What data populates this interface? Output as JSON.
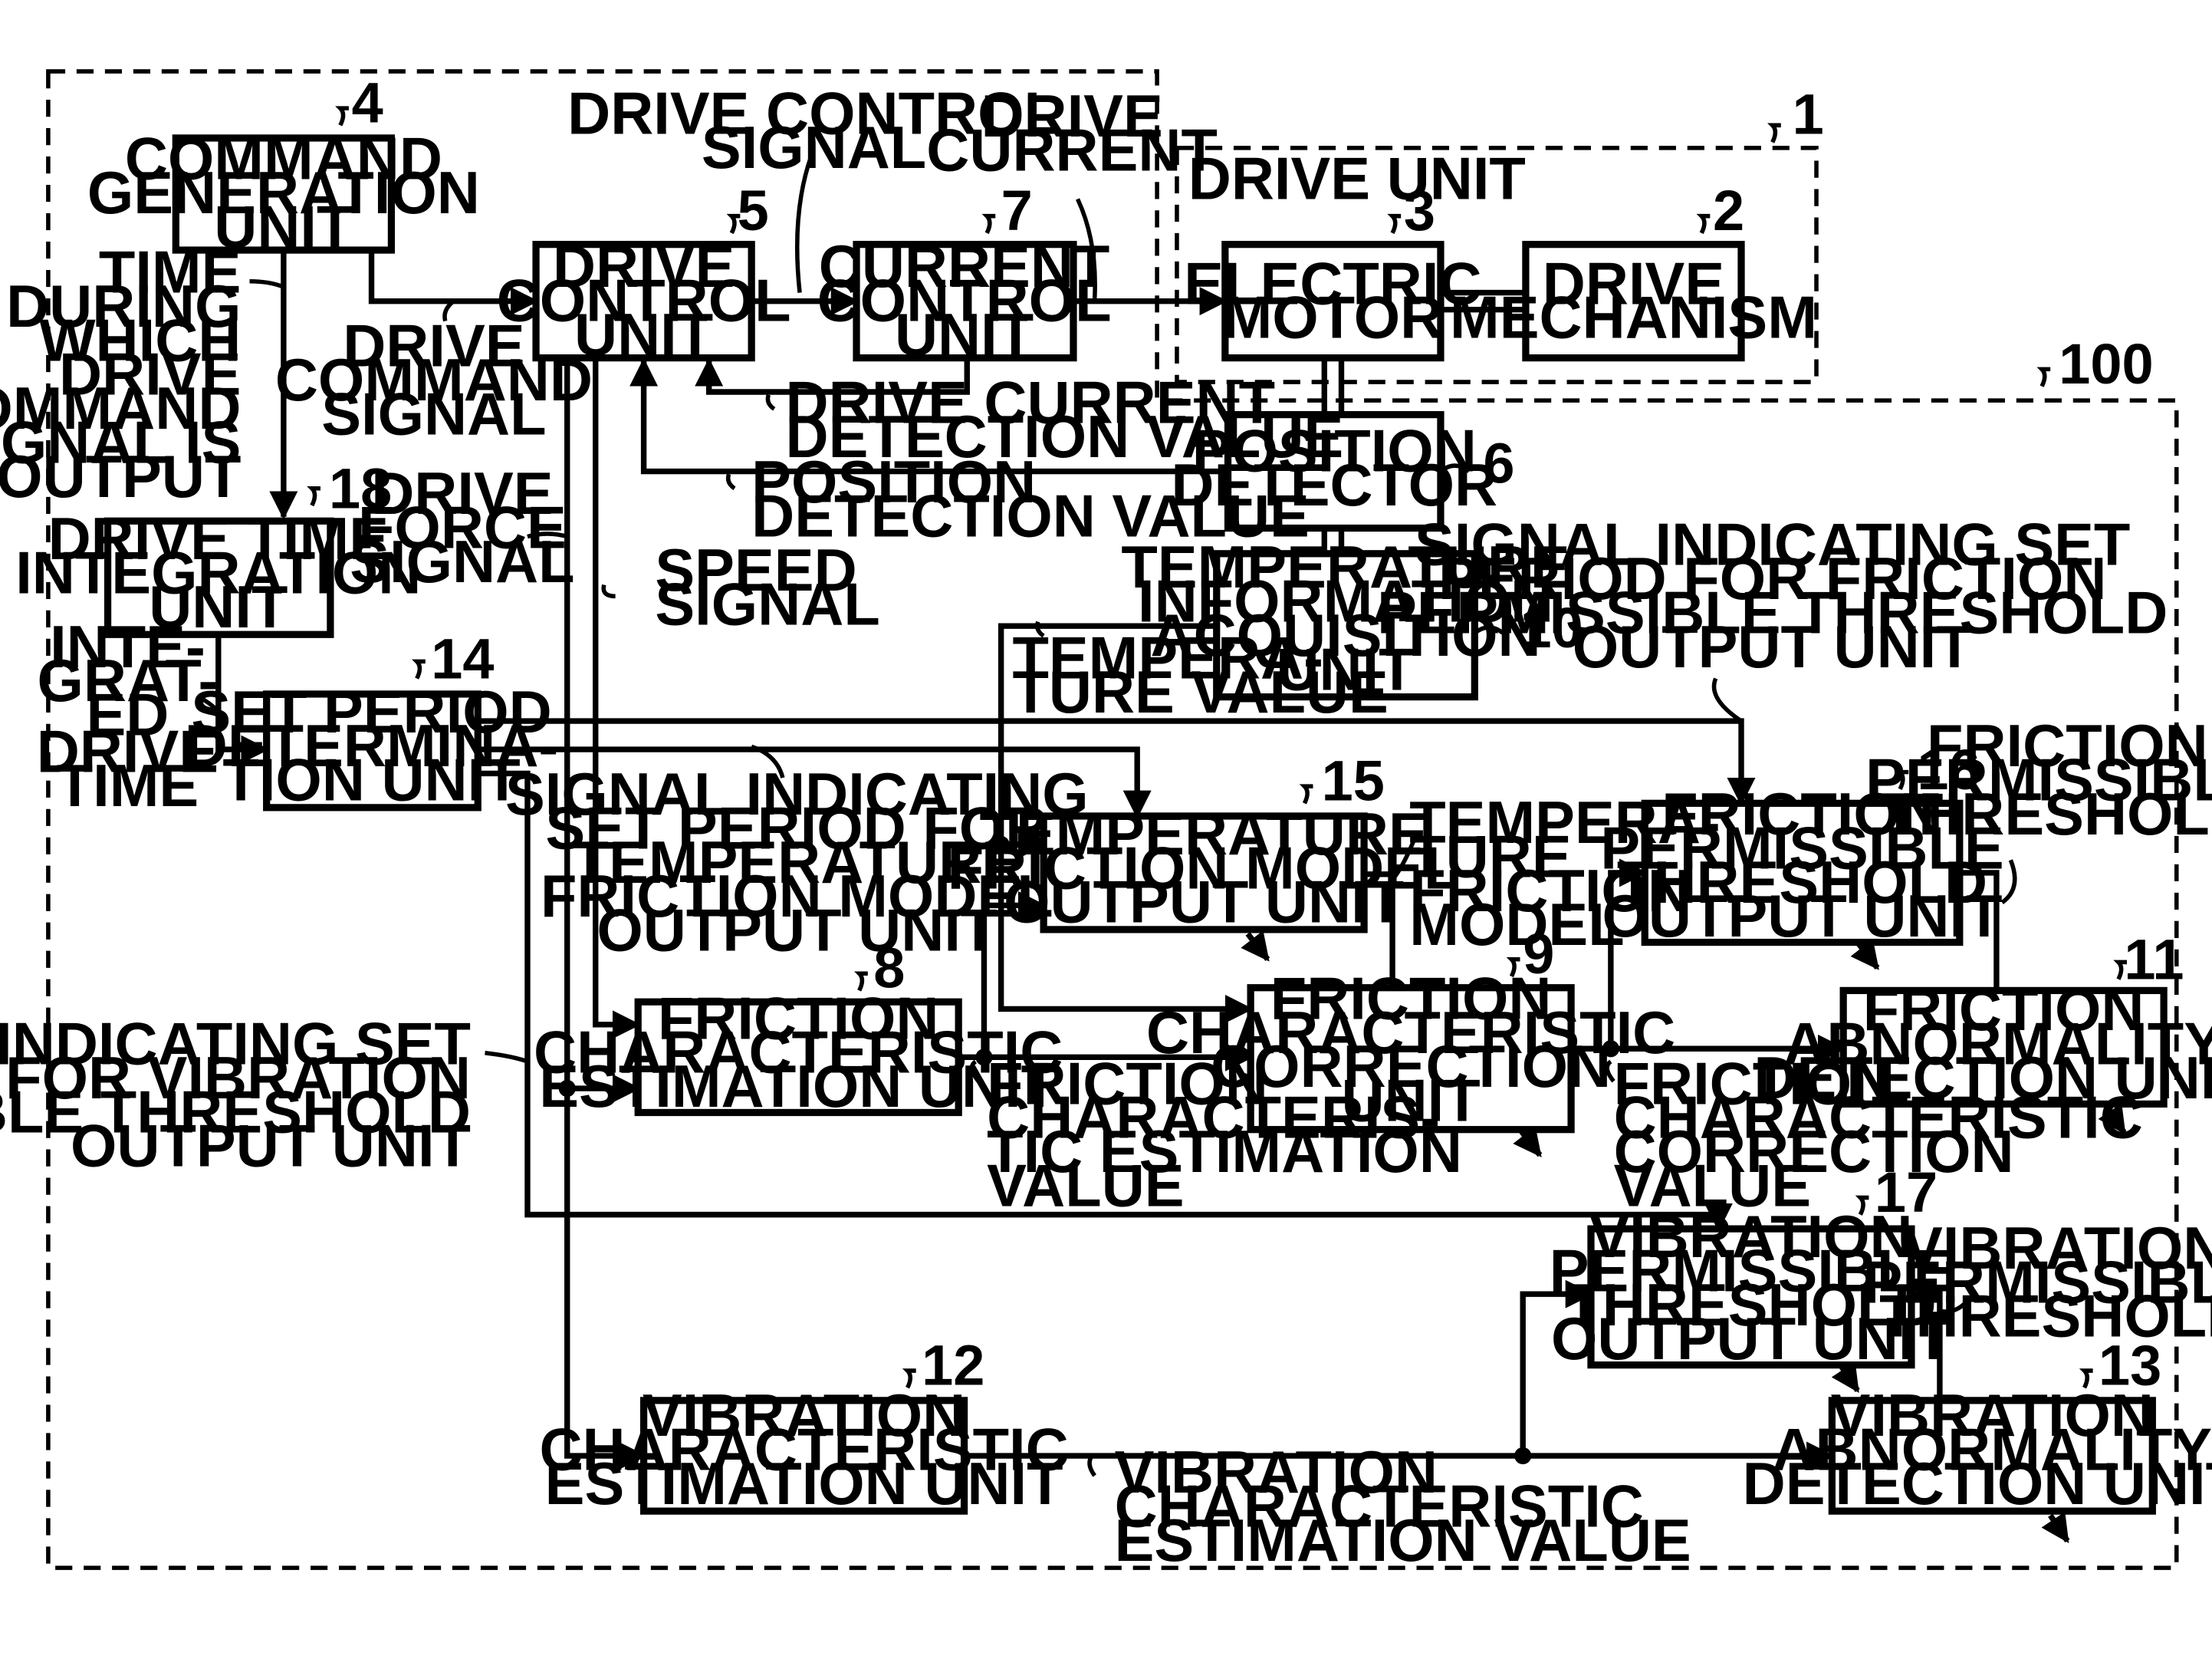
{
  "units": {
    "command_generation": {
      "lines": [
        "COMMAND",
        "GENERATION",
        "UNIT"
      ],
      "ref": "4"
    },
    "drive_control": {
      "lines": [
        "DRIVE",
        "CONTROL",
        "UNIT"
      ],
      "ref": "5"
    },
    "current_control": {
      "lines": [
        "CURRENT",
        "CONTROL",
        "UNIT"
      ],
      "ref": "7"
    },
    "electric_motor": {
      "lines": [
        "ELECTRIC",
        "MOTOR"
      ],
      "ref": "3"
    },
    "drive_mechanism": {
      "lines": [
        "DRIVE",
        "MECHANISM"
      ],
      "ref": "2"
    },
    "position_detector": {
      "lines": [
        "POSITION",
        "DETECTOR"
      ],
      "ref": "6"
    },
    "temperature_info": {
      "lines": [
        "TEMPERATURE",
        "INFORMATION",
        "ACQUISITION",
        "UNIT"
      ],
      "ref": "10"
    },
    "drive_time_integration": {
      "lines": [
        "DRIVE TIME",
        "INTEGRATION",
        "UNIT"
      ],
      "ref": "18"
    },
    "set_period": {
      "lines": [
        "SET PERIOD",
        "DETERMINA-",
        "TION UNIT"
      ],
      "ref": "14"
    },
    "temp_friction_model": {
      "lines": [
        "TEMPERATURE",
        "FRICTION MODEL",
        "OUTPUT UNIT"
      ],
      "ref": "15"
    },
    "friction_estimation": {
      "lines": [
        "FRICTION",
        "CHARACTERISTIC",
        "ESTIMATION UNIT"
      ],
      "ref": "8"
    },
    "friction_correction": {
      "lines": [
        "FRICTION",
        "CHARACTERISTIC",
        "CORRECTION",
        "UNIT"
      ],
      "ref": "9"
    },
    "friction_threshold": {
      "lines": [
        "FRICTION",
        "PERMISSIBLE",
        "THRESHOLD",
        "OUTPUT UNIT"
      ],
      "ref": "16"
    },
    "friction_abnormality": {
      "lines": [
        "FRICTION",
        "ABNORMALITY",
        "DETECTION UNIT"
      ],
      "ref": "11"
    },
    "vibration_threshold": {
      "lines": [
        "VIBRATION",
        "PERMISSIBLE",
        "THRESHOLD",
        "OUTPUT UNIT"
      ],
      "ref": "17"
    },
    "vibration_estimation": {
      "lines": [
        "VIBRATION",
        "CHARACTERISTIC",
        "ESTIMATION UNIT"
      ],
      "ref": "12"
    },
    "vibration_abnormality": {
      "lines": [
        "VIBRATION",
        "ABNORMALITY",
        "DETECTION UNIT"
      ],
      "ref": "13"
    }
  },
  "groups": {
    "drive_unit": {
      "label": "DRIVE UNIT",
      "ref": "1"
    },
    "system": {
      "ref": "100"
    }
  },
  "signals": {
    "drive_control_signal": [
      "DRIVE CONTROL",
      "SIGNAL"
    ],
    "drive_current": [
      "DRIVE",
      "CURRENT"
    ],
    "drive_command_signal": [
      "DRIVE",
      "COMMAND",
      "SIGNAL"
    ],
    "time_during_output": [
      "TIME",
      "DURING",
      "WHICH",
      "DRIVE",
      "COMMAND",
      "SIGNAL IS",
      "OUTPUT"
    ],
    "drive_current_detection": [
      "DRIVE CURRENT",
      "DETECTION VALUE"
    ],
    "position_detection": [
      "POSITION",
      "DETECTION VALUE"
    ],
    "drive_force_signal": [
      "DRIVE",
      "FORCE",
      "SIGNAL"
    ],
    "speed_signal": [
      "SPEED",
      "SIGNAL"
    ],
    "integrated_drive_time": [
      "INTE-",
      "GRAT-",
      "ED",
      "DRIVE",
      "TIME"
    ],
    "temperature_value": [
      "TEMPERA-",
      "TURE VALUE"
    ],
    "signal_set_period_friction_threshold": [
      "SIGNAL INDICATING SET",
      "PERIOD FOR FRICTION",
      "PERMISSIBLE THRESHOLD",
      "OUTPUT UNIT"
    ],
    "signal_set_period_temp_model": [
      "SIGNAL INDICATING",
      "SET PERIOD FOR",
      "TEMPERATURE",
      "FRICTION MODEL",
      "OUTPUT UNIT"
    ],
    "temperature_friction_model": [
      "TEMPERA-",
      "TURE",
      "FRICTION",
      "MODEL"
    ],
    "friction_permissible_threshold": [
      "FRICTION",
      "PERMISSIBLE",
      "THRESHOLD"
    ],
    "signal_set_period_vibration_threshold": [
      "SIGNAL INDICATING SET",
      "PERIOD FOR VIBRATION",
      "PERMISSIBLE THRESHOLD",
      "OUTPUT UNIT"
    ],
    "friction_estimation_value": [
      "FRICTION",
      "CHARACTERIS-",
      "TIC ESTIMATION",
      "VALUE"
    ],
    "friction_correction_value": [
      "FRICTION",
      "CHARACTERISTIC",
      "CORRECTION",
      "VALUE"
    ],
    "vibration_permissible_threshold": [
      "VIBRATION",
      "PERMISSIBLE",
      "THRESHOLD"
    ],
    "vibration_estimation_value": [
      "VIBRATION",
      "CHARACTERISTIC",
      "ESTIMATION VALUE"
    ]
  }
}
